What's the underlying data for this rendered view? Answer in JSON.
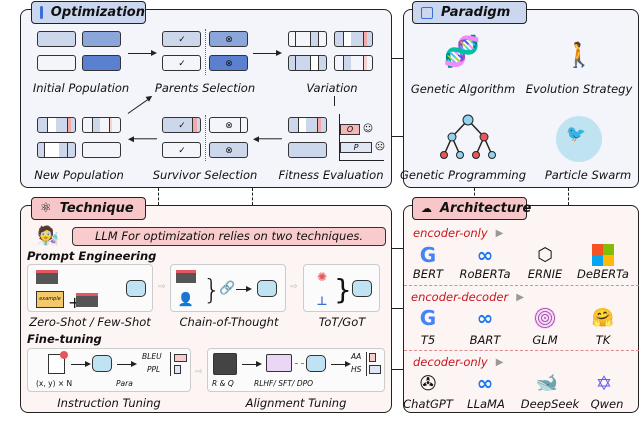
{
  "optimization": {
    "title": "Optimization",
    "icon": "window-icon",
    "steps": [
      "Initial Population",
      "Parents Selection",
      "Variation",
      "New Population",
      "Survivor Selection",
      "Fitness Evaluation"
    ],
    "offspring_label": "O",
    "parent_label": "P"
  },
  "paradigm": {
    "title": "Paradigm",
    "icon": "puzzle-icon",
    "items": [
      "Genetic Algorithm",
      "Evolution Strategy",
      "Genetic Programming",
      "Particle Swarm"
    ]
  },
  "technique": {
    "title": "Technique",
    "icon": "atom-icon",
    "bubble": "LLM For optimization relies on two techniques.",
    "prompt_engineering": {
      "heading": "Prompt Engineering",
      "methods": [
        "Zero-Shot / Few-Shot",
        "Chain-of-Thought",
        "ToT/GoT"
      ],
      "example_label": "example"
    },
    "fine_tuning": {
      "heading": "Fine-tuning",
      "methods": [
        "Instruction Tuning",
        "Alignment Tuning"
      ],
      "data_label": "(x, y) × N",
      "para_label": "Para",
      "metrics1": [
        "BLEU",
        "PPL"
      ],
      "rq_label": "R & Q",
      "align_methods": "RLHF/ SFT/ DPO",
      "metrics2": [
        "AA",
        "HS"
      ]
    }
  },
  "architecture": {
    "title": "Architecture",
    "icon": "llm-icon",
    "groups": [
      {
        "name": "encoder-only",
        "models": [
          "BERT",
          "RoBERTa",
          "ERNIE",
          "DeBERTa"
        ]
      },
      {
        "name": "encoder-decoder",
        "models": [
          "T5",
          "BART",
          "GLM",
          "TK"
        ]
      },
      {
        "name": "decoder-only",
        "models": [
          "ChatGPT",
          "LLaMA",
          "DeepSeek",
          "Qwen"
        ]
      }
    ]
  },
  "colors": {
    "optimization_tab": "#cad7ef",
    "technique_tab": "#f7c6c8",
    "group_label": "#c8161d",
    "meta_blue": "#1877f2"
  }
}
